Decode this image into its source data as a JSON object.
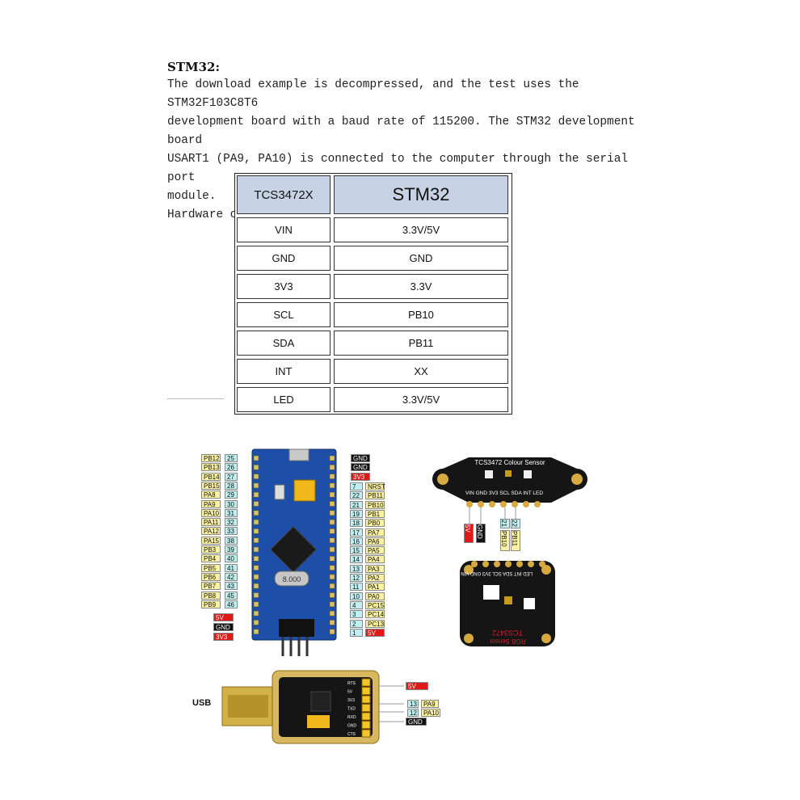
{
  "doc": {
    "heading": "STM32:",
    "lines": [
      "The download example is decompressed, and the test uses the STM32F103C8T6",
      "development board with a baud rate of 115200. The STM32 development board",
      "USART1 (PA9, PA10) is connected to the computer through the serial port",
      "module.",
      "Hardware connection:"
    ]
  },
  "table": {
    "headers": [
      "TCS3472X",
      "STM32"
    ],
    "rows": [
      [
        "VIN",
        "3.3V/5V"
      ],
      [
        "GND",
        "GND"
      ],
      [
        "3V3",
        "3.3V"
      ],
      [
        "SCL",
        "PB10"
      ],
      [
        "SDA",
        "PB11"
      ],
      [
        "INT",
        "XX"
      ],
      [
        "LED",
        "3.3V/5V"
      ]
    ]
  },
  "stm32": {
    "left_names": [
      "PB12",
      "PB13",
      "PB14",
      "PB15",
      "PA8",
      "PA9",
      "PA10",
      "PA11",
      "PA12",
      "PA15",
      "PB3",
      "PB4",
      "PB5",
      "PB6",
      "PB7",
      "PB8",
      "PB9"
    ],
    "left_nums": [
      "25",
      "26",
      "27",
      "28",
      "29",
      "30",
      "31",
      "32",
      "33",
      "38",
      "39",
      "40",
      "41",
      "42",
      "43",
      "45",
      "46"
    ],
    "left_power": [
      "5V",
      "GND",
      "3V3"
    ],
    "right_power": [
      "GND",
      "GND",
      "3V3"
    ],
    "right_nums": [
      "7",
      "22",
      "21",
      "19",
      "18",
      "17",
      "16",
      "15",
      "14",
      "13",
      "12",
      "11",
      "10",
      "4",
      "3",
      "2",
      "1"
    ],
    "right_names": [
      "NRST",
      "PB11",
      "PB10",
      "PB1",
      "PB0",
      "PA7",
      "PA6",
      "PA5",
      "PA4",
      "PA3",
      "PA2",
      "PA1",
      "PA0",
      "PC15",
      "PC14",
      "PC13",
      "5V"
    ],
    "crystal": "8.000"
  },
  "sensor": {
    "title": "TCS3472 Colour Sensor",
    "pins": "VIN GND 3V3 SCL SDA INT LED",
    "bottom_title": "TCS3472",
    "bottom_sub": "RGB Sensor",
    "bottom_pins": "LED INT SDA SCL 3V3 GND VIN",
    "wire_labels": [
      {
        "num": "",
        "name": "5V"
      },
      {
        "num": "",
        "name": "GND"
      },
      {
        "num": "21",
        "name": "PB10"
      },
      {
        "num": "22",
        "name": "PB11"
      }
    ]
  },
  "usb": {
    "label": "USB",
    "board_pins": [
      "RTS",
      "5V",
      "3V3",
      "TXD",
      "RXD",
      "GND",
      "CTS"
    ],
    "wire_labels": [
      {
        "num": "",
        "name": "5V"
      },
      {
        "num": "13",
        "name": "PA9"
      },
      {
        "num": "12",
        "name": "PA10"
      },
      {
        "num": "",
        "name": "GND"
      }
    ]
  },
  "colors": {
    "board_blue": "#1e4fa8",
    "sensor_black": "#151515",
    "pin_yellow": "#fbf2a3",
    "pin_cyan": "#bfeff0",
    "pin_red": "#e01818",
    "header_blue": "#c7d2e4"
  }
}
